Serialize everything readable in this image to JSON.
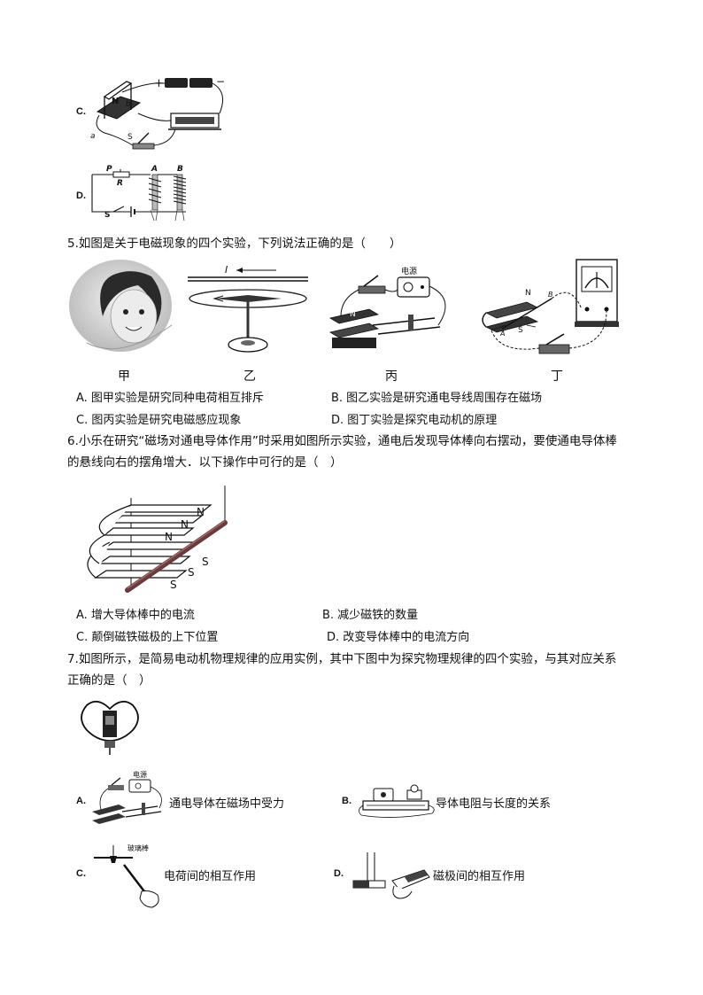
{
  "q4": {
    "optC": {
      "letter": "C.",
      "labels": {
        "N": "N",
        "b": "b",
        "a": "a",
        "S": "S",
        "plus": "+",
        "minus": "−"
      }
    },
    "optD": {
      "letter": "D.",
      "labels": {
        "P": "P",
        "R": "R",
        "A": "A",
        "B": "B",
        "S": "S"
      }
    }
  },
  "q5": {
    "stem": "5.如图是关于电磁现象的四个实验，下列说法正确的是（　　）",
    "captions": [
      "甲",
      "乙",
      "丙",
      "丁"
    ],
    "fig_labels": {
      "I": "I",
      "power": "电源",
      "N": "N",
      "S": "S",
      "A": "A",
      "B": "B"
    },
    "options": [
      "A. 图甲实验是研究同种电荷相互排斥",
      "B. 图乙实验是研究通电导线周围存在磁场",
      "C. 图丙实验是研究电磁感应现象",
      "D. 图丁实验是探究电动机的原理"
    ]
  },
  "q6": {
    "stem_line1": "6.小乐在研究“磁场对通电导体作用”时采用如图所示实验，通电后发现导体棒向右摆动，要使通电导体棒",
    "stem_line2": "的悬线向右的摆角增大．以下操作中可行的是（　）",
    "fig_labels": {
      "N": "N",
      "S": "S"
    },
    "options": [
      "A. 增大导体棒中的电流",
      "B. 减少磁铁的数量",
      "C. 颠倒磁铁磁极的上下位置",
      "D. 改变导体棒中的电流方向"
    ]
  },
  "q7": {
    "stem_line1": "7.如图所示，是简易电动机物理规律的应用实例，其中下图中为探究物理规律的四个实验，与其对应关系",
    "stem_line2": "正确的是（　）",
    "options": [
      {
        "letter": "A.",
        "text": "通电导体在磁场中受力",
        "fig_label": "电源"
      },
      {
        "letter": "B.",
        "text": "导体电阻与长度的关系"
      },
      {
        "letter": "C.",
        "text": "电荷间的相互作用",
        "fig_label": "玻璃棒"
      },
      {
        "letter": "D.",
        "text": "磁极间的相互作用"
      }
    ]
  }
}
